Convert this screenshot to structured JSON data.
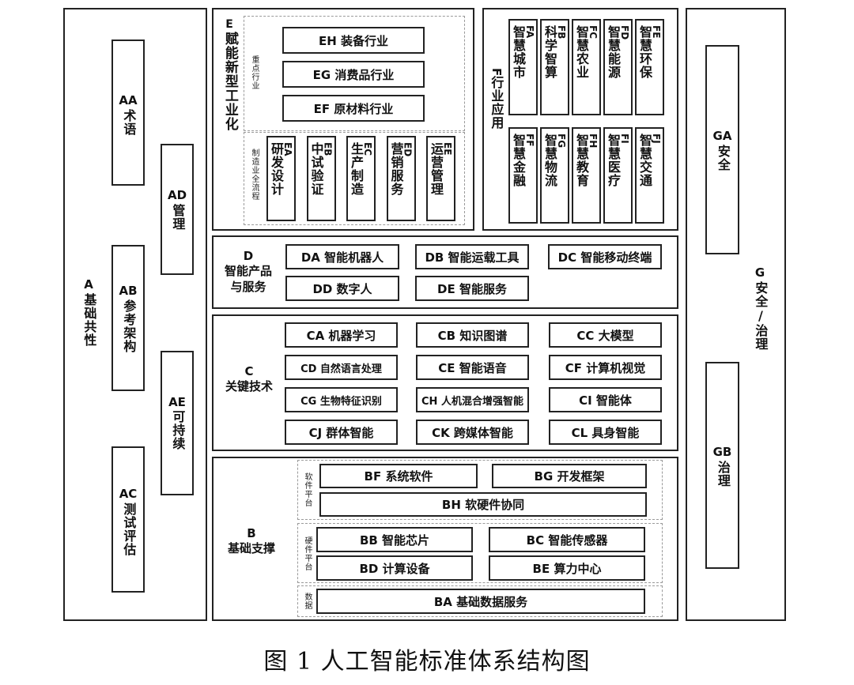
{
  "caption": "图 1    人工智能标准体系结构图",
  "A": {
    "code": "A",
    "title": "基础共性",
    "AA": {
      "code": "AA",
      "title": "术语"
    },
    "AB": {
      "code": "AB",
      "title": "参考架构"
    },
    "AC": {
      "code": "AC",
      "title": "测试评估"
    },
    "AD": {
      "code": "AD",
      "title": "管理"
    },
    "AE": {
      "code": "AE",
      "title": "可持续"
    }
  },
  "E": {
    "code": "E",
    "title": "赋能新型工业化",
    "key_label": "重点行业",
    "flow_label": "制造业全流程",
    "EH": "EH 装备行业",
    "EG": "EG 消费品行业",
    "EF": "EF 原材料行业",
    "flow": [
      {
        "code": "EA",
        "title": "研发设计"
      },
      {
        "code": "EB",
        "title": "中试验证"
      },
      {
        "code": "EC",
        "title": "生产制造"
      },
      {
        "code": "ED",
        "title": "营销服务"
      },
      {
        "code": "EE",
        "title": "运营管理"
      }
    ]
  },
  "F": {
    "code": "F",
    "title": "行业应用",
    "row1": [
      {
        "code": "FA",
        "title": "智慧城市"
      },
      {
        "code": "FB",
        "title": "科学智算"
      },
      {
        "code": "FC",
        "title": "智慧农业"
      },
      {
        "code": "FD",
        "title": "智慧能源"
      },
      {
        "code": "FE",
        "title": "智慧环保"
      }
    ],
    "row2": [
      {
        "code": "FF",
        "title": "智慧金融"
      },
      {
        "code": "FG",
        "title": "智慧物流"
      },
      {
        "code": "FH",
        "title": "智慧教育"
      },
      {
        "code": "FI",
        "title": "智慧医疗"
      },
      {
        "code": "FJ",
        "title": "智慧交通"
      }
    ]
  },
  "G": {
    "code": "G",
    "title": "安全/治理",
    "GA": {
      "code": "GA",
      "title": "安全"
    },
    "GB": {
      "code": "GB",
      "title": "治理"
    }
  },
  "D": {
    "code": "D",
    "title_1": "智能产品",
    "title_2": "与服务",
    "DA": "DA 智能机器人",
    "DB": "DB 智能运载工具",
    "DC": "DC 智能移动终端",
    "DD": "DD 数字人",
    "DE": "DE 智能服务"
  },
  "C": {
    "code": "C",
    "title": "关键技术",
    "items": [
      "CA 机器学习",
      "CB 知识图谱",
      "CC 大模型",
      "CD 自然语言处理",
      "CE 智能语音",
      "CF 计算机视觉",
      "CG 生物特征识别",
      "CH 人机混合增强智能",
      "CI 智能体",
      "CJ 群体智能",
      "CK 跨媒体智能",
      "CL 具身智能"
    ]
  },
  "B": {
    "code": "B",
    "title": "基础支撑",
    "software_label": "软件平台",
    "hardware_label": "硬件平台",
    "data_label": "数据",
    "BF": "BF 系统软件",
    "BG": "BG 开发框架",
    "BH": "BH 软硬件协同",
    "BB": "BB 智能芯片",
    "BC": "BC 智能传感器",
    "BD": "BD 计算设备",
    "BE": "BE 算力中心",
    "BA": "BA 基础数据服务"
  }
}
